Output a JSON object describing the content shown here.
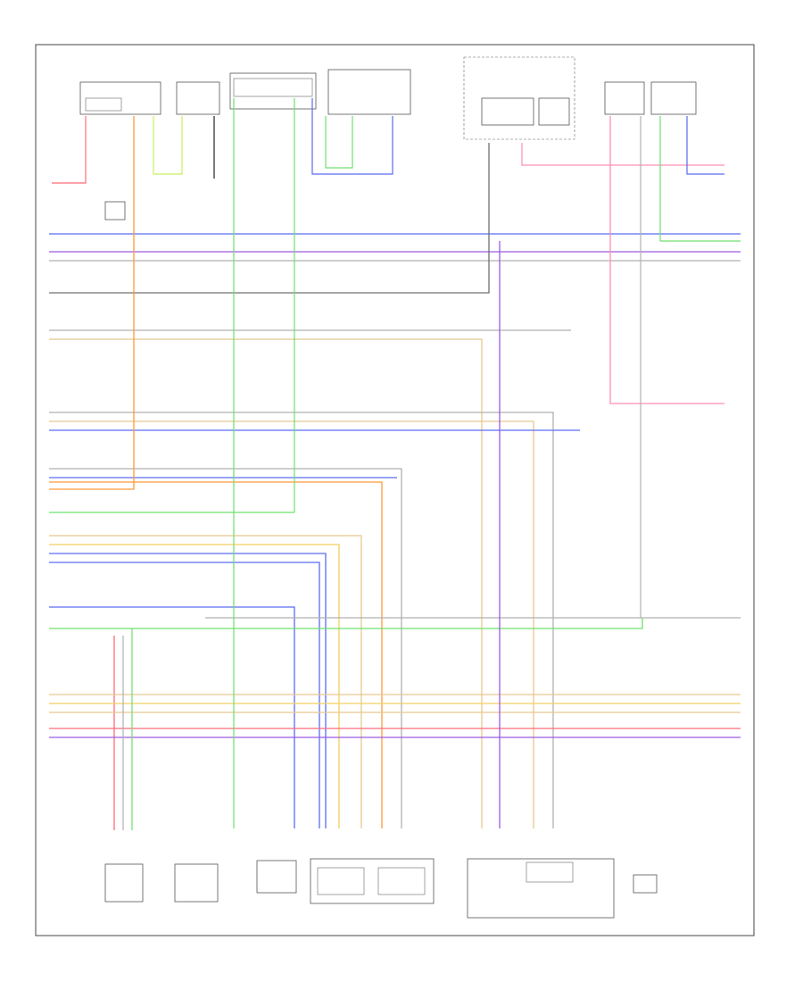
{
  "page": {
    "page_number": ""
  },
  "colors": {
    "red": "#ff6b7a",
    "pink": "#ff8fb0",
    "green": "#6ee06e",
    "lime": "#c8f060",
    "blue": "#5b6cf0",
    "violet": "#9a5ae0",
    "orange": "#ff9a3a",
    "yellow": "#f2d060",
    "tan": "#e8c890",
    "gray": "#b0b0b0",
    "darkgray": "#707070",
    "black": "#222222"
  },
  "wires": [
    {
      "id": "w01",
      "color": "blue"
    },
    {
      "id": "w02",
      "color": "green"
    },
    {
      "id": "w03",
      "color": "violet"
    },
    {
      "id": "w04",
      "color": "gray"
    },
    {
      "id": "w05",
      "color": "darkgray"
    },
    {
      "id": "w06",
      "color": "gray"
    },
    {
      "id": "w07",
      "color": "tan"
    },
    {
      "id": "w08",
      "color": "pink"
    },
    {
      "id": "w09",
      "color": "gray"
    },
    {
      "id": "w10",
      "color": "tan"
    },
    {
      "id": "w11",
      "color": "blue"
    },
    {
      "id": "w12",
      "color": "gray"
    },
    {
      "id": "w13",
      "color": "blue"
    },
    {
      "id": "w14",
      "color": "orange"
    },
    {
      "id": "w15",
      "color": "orange"
    },
    {
      "id": "w16",
      "color": "green"
    },
    {
      "id": "w17",
      "color": "tan"
    },
    {
      "id": "w18",
      "color": "yellow"
    },
    {
      "id": "w19",
      "color": "blue"
    },
    {
      "id": "w20",
      "color": "blue"
    },
    {
      "id": "w21",
      "color": "blue"
    },
    {
      "id": "w22",
      "color": "gray"
    },
    {
      "id": "w23",
      "color": "green"
    },
    {
      "id": "w24",
      "color": "red"
    },
    {
      "id": "w25",
      "color": "tan"
    },
    {
      "id": "w26",
      "color": "yellow"
    },
    {
      "id": "w27",
      "color": "tan"
    },
    {
      "id": "w28",
      "color": "red"
    },
    {
      "id": "w29",
      "color": "violet"
    },
    {
      "id": "w30",
      "color": "violet"
    }
  ],
  "components_top": [
    {
      "id": "c1",
      "label": ""
    },
    {
      "id": "c2",
      "label": ""
    },
    {
      "id": "c3",
      "label": ""
    },
    {
      "id": "c4",
      "label": ""
    },
    {
      "id": "c5",
      "label": ""
    },
    {
      "id": "c6",
      "label": ""
    },
    {
      "id": "c7",
      "label": ""
    },
    {
      "id": "c8",
      "label": ""
    },
    {
      "id": "c9",
      "label": ""
    }
  ],
  "components_bottom": [
    {
      "id": "b1",
      "label": ""
    },
    {
      "id": "b2",
      "label": ""
    },
    {
      "id": "b3",
      "label": ""
    },
    {
      "id": "b4",
      "label": ""
    },
    {
      "id": "b5",
      "label": ""
    },
    {
      "id": "b6",
      "label": ""
    }
  ]
}
